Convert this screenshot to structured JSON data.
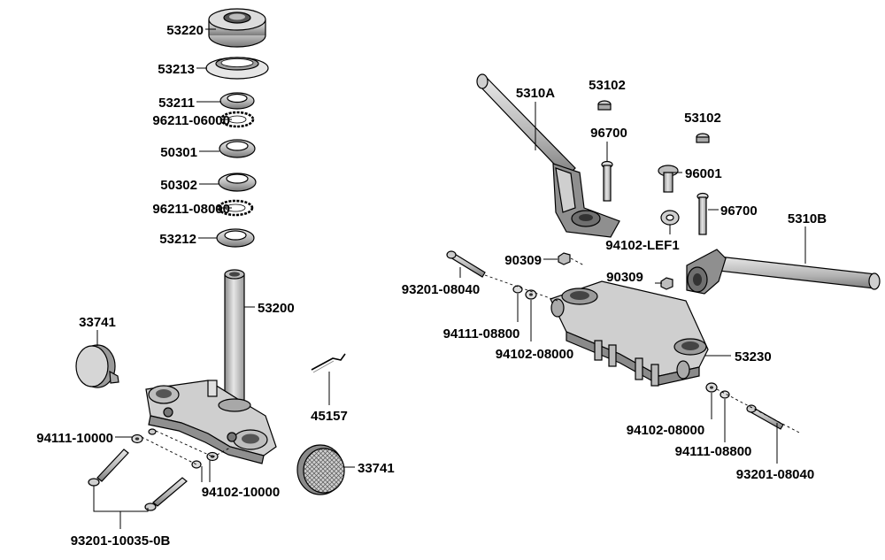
{
  "labels": {
    "p53220": "53220",
    "p53213": "53213",
    "p53211": "53211",
    "p96211_06000": "96211-06000",
    "p50301": "50301",
    "p50302": "50302",
    "p96211_08000": "96211-08000",
    "p53212": "53212",
    "p53200": "53200",
    "p33741_top": "33741",
    "p45157": "45157",
    "p94111_10000": "94111-10000",
    "p94102_10000": "94102-10000",
    "p33741_bottom": "33741",
    "p93201_10035_0B": "93201-10035-0B",
    "p5310A": "5310A",
    "p53102_left": "53102",
    "p53102_right": "53102",
    "p96700_left": "96700",
    "p96001": "96001",
    "p96700_right": "96700",
    "p5310B": "5310B",
    "p94102_LEF1": "94102-LEF1",
    "p90309_left": "90309",
    "p90309_right": "90309",
    "p93201_08040_left": "93201-08040",
    "p94111_08800_left": "94111-08800",
    "p94102_08000_left": "94102-08000",
    "p53230": "53230",
    "p94102_08000_right": "94102-08000",
    "p94111_08800_right": "94111-08800",
    "p93201_08040_right": "93201-08040"
  },
  "colors": {
    "line": "#000000",
    "shade_light": "#d9d9d9",
    "shade_mid": "#a6a6a6",
    "shade_dark": "#6e6e6e",
    "background": "#ffffff"
  }
}
